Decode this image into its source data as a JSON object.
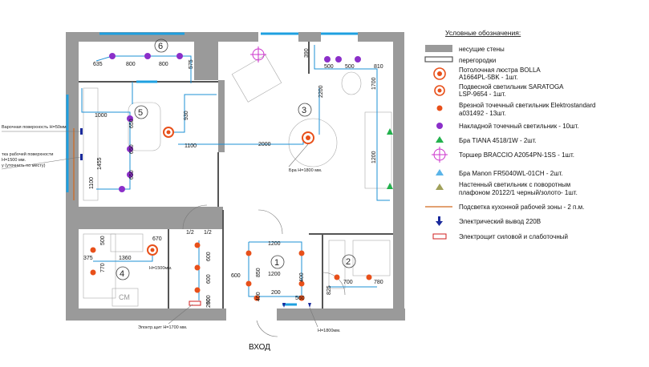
{
  "plan": {
    "rooms": [
      "1",
      "2",
      "3",
      "4",
      "5",
      "6"
    ],
    "entrance": "ВХОД",
    "dimensions": {
      "balcony": [
        "635",
        "800",
        "800",
        "575"
      ],
      "kitchen": [
        "1000",
        "650",
        "650",
        "650",
        "930",
        "1100",
        "1455",
        "1100"
      ],
      "living": [
        "390",
        "500",
        "500",
        "810",
        "2200",
        "1700",
        "2000",
        "1200"
      ],
      "bath": [
        "670",
        "500",
        "1360",
        "375",
        "770",
        "600",
        "600",
        "600",
        "1/2",
        "1/2",
        "290"
      ],
      "hall": [
        "1200",
        "1200",
        "600",
        "850",
        "400",
        "200",
        "560",
        "400"
      ],
      "room2": [
        "700",
        "780",
        "825"
      ]
    },
    "notes": {
      "work_surface": "Варочная поверхность H=50мм",
      "work_top_1": "тка рабочей поверхности",
      "work_top_2": "H=1500 мм.",
      "work_top_3": "у (уточнить по месту)",
      "sconce_height": "Бра H=1800 мм.",
      "bath_height": "H=1500мм.",
      "shield": "Элоктр.щит H=1700 мм.",
      "door_height": "H=1800мм.",
      "cm": "СМ"
    }
  },
  "legend": {
    "title": "Условные обозначения:",
    "items": [
      {
        "label": "несущие стены"
      },
      {
        "label": "перегородки"
      },
      {
        "label": "Потолочная люстра BOLLA",
        "label2": "A1664PL-5BK - 1шт."
      },
      {
        "label": "Подвесной светильник SARATOGA",
        "label2": "LSP-9654 - 1шт."
      },
      {
        "label": "Врезной точечный светильник Elektrostandard",
        "label2": "a031492 - 13шт."
      },
      {
        "label": "Накладной точечный светильник - 10шт."
      },
      {
        "label": "Бра TIANA 4518/1W - 2шт."
      },
      {
        "label": "Торшер BRACCIO A2054PN-1SS - 1шт."
      },
      {
        "label": "Бра Manon FR5040WL-01CH - 2шт."
      },
      {
        "label": "Настенный светильник с поворотным",
        "label2": "плафоном 20122/1 черный/золото- 1шт."
      },
      {
        "label": "Подсветка кухонной рабочей зоны - 2 п.м."
      },
      {
        "label": "Электрический вывод 220В"
      },
      {
        "label": "Электрощит силовой и слаботочный"
      }
    ]
  },
  "colors": {
    "wall": "#9a9a9a",
    "wire": "#1e90d6",
    "purple": "#8b2fc9",
    "orange": "#e8501a",
    "green": "#22b14c",
    "magenta": "#cc33cc",
    "red": "#d21f1f",
    "navy": "#1a2a9c",
    "window": "#1ea0e0"
  }
}
